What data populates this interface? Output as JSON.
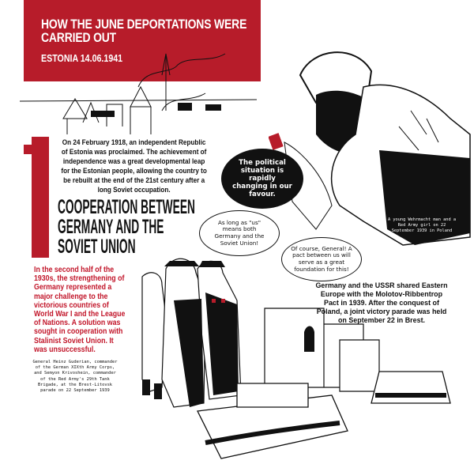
{
  "header": {
    "title": "HOW THE JUNE DEPORTATIONS WERE CARRIED OUT",
    "subtitle": "ESTONIA 14.06.1941"
  },
  "section": {
    "number": "1",
    "intro": "On 24 February 1918, an independent Republic of Estonia was proclaimed. The achievement of independence was a great developmental leap for the Estonian people, allowing the country to be rebuilt at the end of the 21st century after a long Soviet occupation.",
    "heading": "COOPERATION BETWEEN GERMANY AND THE SOVIET UNION",
    "red_paragraph": "In the second half of the 1930s, the strengthening of Germany represented a major challenge to the victorious countries of World War I and the League of Nations. A solution was sought in cooperation with Stalinist Soviet Union. It was unsuccessful.",
    "figure_caption": "General Heinz Guderian, commander of the German XIXth Army Corps, and Semyon Krivoshein, commander of the Red Army's 29th Tank Brigade, at the Brest-Litovsk parade on 22 September 1939",
    "right_paragraph": "Germany and the USSR shared Eastern Europe with the Molotov-Ribbentrop Pact in 1939. After the conquest of Poland, a joint victory parade was held on September 22 in Brest.",
    "photo_caption": "A young Wehrmacht man and a Red Army girl on 22 September 1939 in Poland"
  },
  "speech": {
    "dark": "The political situation is rapidly changing in our favour.",
    "left": "As long as \"us\" means both Germany and the Soviet Union!",
    "right": "Of course, General! A pact between us will serve as a great foundation for this!"
  },
  "colors": {
    "accent": "#b71c2a",
    "ink": "#111111"
  }
}
